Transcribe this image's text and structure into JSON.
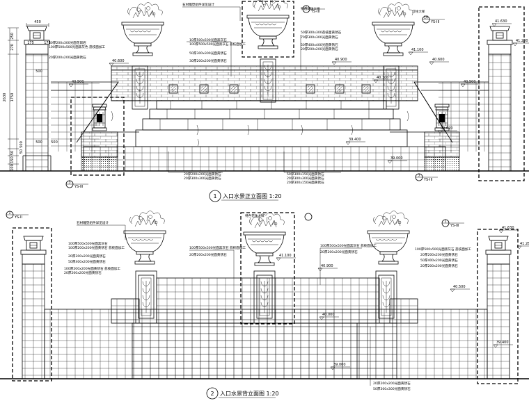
{
  "drawings": [
    {
      "id": "front",
      "title_number": "1",
      "title": "入口水景正立面图 1:20",
      "dimensions_left": [
        "450",
        "175",
        "175",
        "250",
        "270",
        "500",
        "1750",
        "2630",
        "500",
        "50",
        "50",
        "100",
        "500",
        "500",
        "150"
      ],
      "elevations": [
        "40.600",
        "40.500",
        "41.100",
        "40.900",
        "40.300",
        "40.600",
        "40.500",
        "39.620",
        "39.400",
        "39.000",
        "41.630",
        "41.280"
      ],
      "labels": [
        "石材雕塑组件详见设计",
        "40厚200x300光面花岗岩",
        "100厚500x500光面黑灰色 荔枝面加工",
        "20厚200x200光面黄锈石",
        "10厚500x500光面黑灰石",
        "100厚500x500光面黑灰石 荔枝面加工",
        "50厚300x300光面黄锈石",
        "30厚200x200光面黄锈石",
        "特色花钵大样",
        "50厚300x300荔枝面黄锈石",
        "70厚300x300光面黄锈石",
        "50厚400x400光面黄锈石",
        "20厚200x200光面黄锈石",
        "灯柱大样",
        "20厚200x200光面黄锈石",
        "20厚300x300光面黄锈石",
        "50厚300x150光面黄锈石",
        "20厚300x300光面黄锈石",
        "20厚300x150光面黄锈石"
      ],
      "detail_refs": [
        {
          "num": "10",
          "sheet": "YS-III"
        },
        {
          "num": "3",
          "sheet": "YS-III"
        },
        {
          "num": "3",
          "sheet": "YS-III"
        },
        {
          "num": "1",
          "sheet": "YS-III"
        }
      ]
    },
    {
      "id": "back",
      "title_number": "2",
      "title": "入口水景背立面图 1:20",
      "elevations": [
        "41.100",
        "40.900",
        "40.500",
        "40.000",
        "39.000",
        "41.630",
        "41.280",
        "39.400"
      ],
      "labels": [
        "石材雕塑组件详见设计",
        "特色花钵大样",
        "100厚500x500光面黑灰石",
        "100厚200x200光面黄锈石 荔枝面加工",
        "20厚200x200光面黄锈石",
        "50厚400x200光面黄锈石",
        "100厚200x200光面黄锈石 荔枝面加工",
        "20厚200x200光面黄锈石",
        "100厚500x500光面黑灰石 荔枝面加工",
        "20厚200x200光面黄锈石",
        "100厚500x500光面黑灰石 荔枝面加工",
        "20厚200x200光面黄锈石",
        "100厚500x500光面黑灰石 荔枝面加工",
        "20厚200x200光面黄锈石",
        "50厚400x200光面黄锈石",
        "20厚200x200光面黄锈石",
        "20厚200x200光面黄锈石",
        "50厚300x300光面黄锈石"
      ],
      "detail_refs": [
        {
          "num": "1",
          "sheet": "YS-II"
        },
        {
          "num": "1",
          "sheet": "YS-III"
        }
      ]
    }
  ]
}
